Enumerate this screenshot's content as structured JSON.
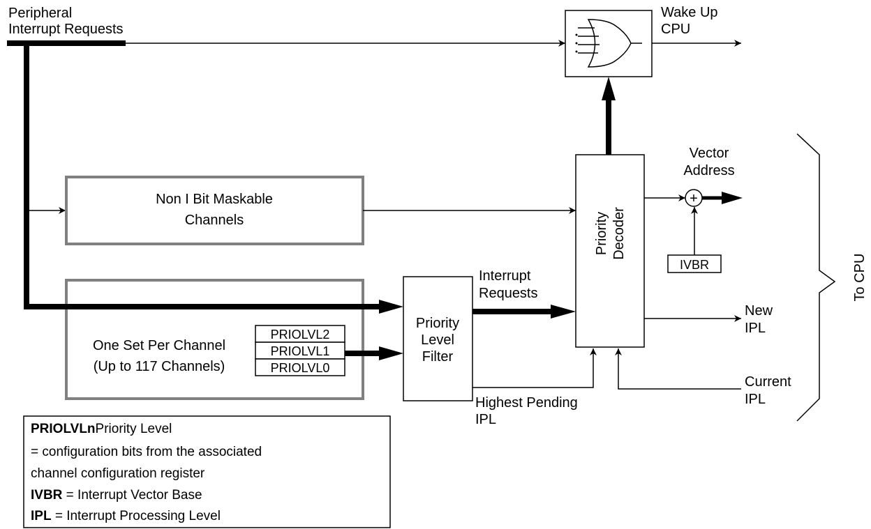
{
  "labels": {
    "peripheral_line1": "Peripheral",
    "peripheral_line2": "Interrupt Requests",
    "wakeup_line1": "Wake Up",
    "wakeup_line2": "CPU",
    "vector_line1": "Vector",
    "vector_line2": "Address",
    "irq_line1": "Interrupt",
    "irq_line2": "Requests",
    "new_ipl_line1": "New",
    "new_ipl_line2": "IPL",
    "current_ipl_line1": "Current",
    "current_ipl_line2": "IPL",
    "highest_line1": "Highest Pending",
    "highest_line2": "IPL",
    "to_cpu": "To CPU"
  },
  "blocks": {
    "non_i_bit_line1": "Non I Bit Maskable",
    "non_i_bit_line2": "Channels",
    "one_set_line1": "One Set Per Channel",
    "one_set_line2": "(Up to 117 Channels)",
    "filter_line1": "Priority",
    "filter_line2": "Level",
    "filter_line3": "Filter",
    "decoder_line1": "Priority",
    "decoder_line2": "Decoder",
    "ivbr": "IVBR",
    "adder_symbol": "+"
  },
  "registers": [
    "PRIOLVL2",
    "PRIOLVL1",
    "PRIOLVL0"
  ],
  "legend": {
    "line1_bold": "PRIOLVLn",
    "line1_rest": "Priority Level",
    "line2": "= configuration bits from the associated",
    "line3": "channel configuration register",
    "line4_bold": "IVBR",
    "line4_rest": " = Interrupt Vector Base",
    "line5_bold": "IPL",
    "line5_rest": " = Interrupt Processing Level"
  },
  "colors": {
    "line": "#000000",
    "block_border": "#808080",
    "background": "#ffffff"
  }
}
